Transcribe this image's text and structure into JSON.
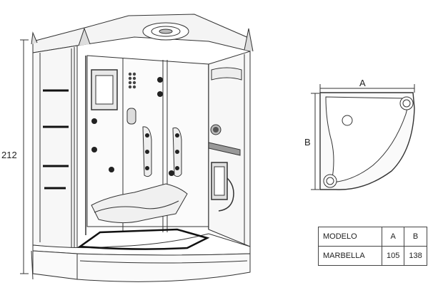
{
  "dimensions": {
    "height_label": "212",
    "width_label": "A",
    "depth_label": "B"
  },
  "spec_table": {
    "headers": [
      "MODELO",
      "A",
      "B"
    ],
    "rows": [
      [
        "MARBELLA",
        "105",
        "138"
      ]
    ]
  }
}
